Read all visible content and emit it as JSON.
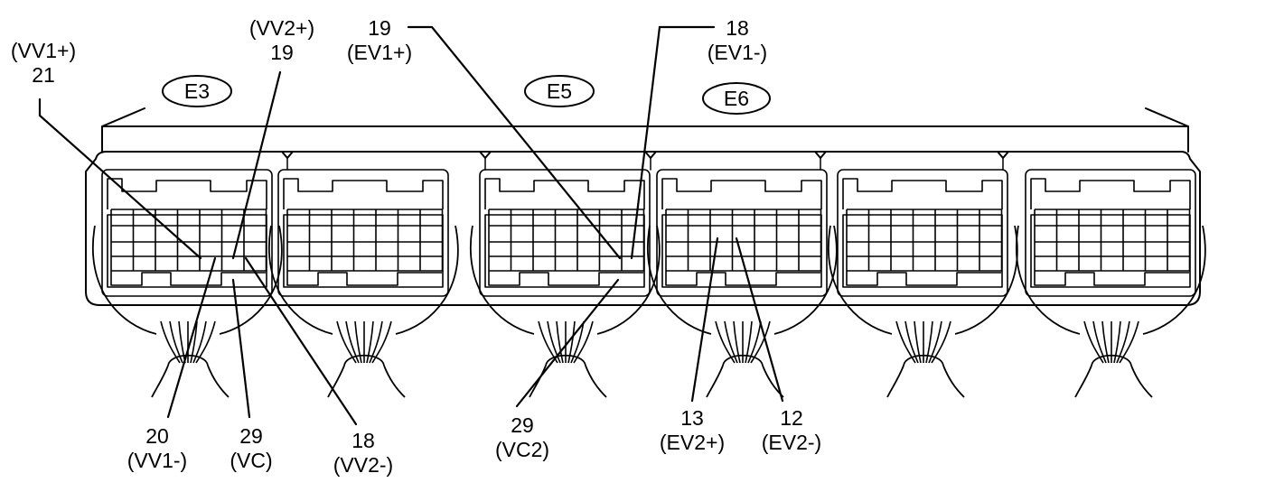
{
  "connectors": {
    "e3": "E3",
    "e5": "E5",
    "e6": "E6"
  },
  "pins": {
    "vv1_plus": {
      "number": "21",
      "signal": "(VV1+)"
    },
    "vv2_plus": {
      "number": "19",
      "signal": "(VV2+)"
    },
    "ev1_plus": {
      "number": "19",
      "signal": "(EV1+)"
    },
    "ev1_minus": {
      "number": "18",
      "signal": "(EV1-)"
    },
    "vv1_minus": {
      "number": "20",
      "signal": "(VV1-)"
    },
    "vc": {
      "number": "29",
      "signal": "(VC)"
    },
    "vv2_minus": {
      "number": "18",
      "signal": "(VV2-)"
    },
    "vc2": {
      "number": "29",
      "signal": "(VC2)"
    },
    "ev2_plus": {
      "number": "13",
      "signal": "(EV2+)"
    },
    "ev2_minus": {
      "number": "12",
      "signal": "(EV2-)"
    }
  }
}
